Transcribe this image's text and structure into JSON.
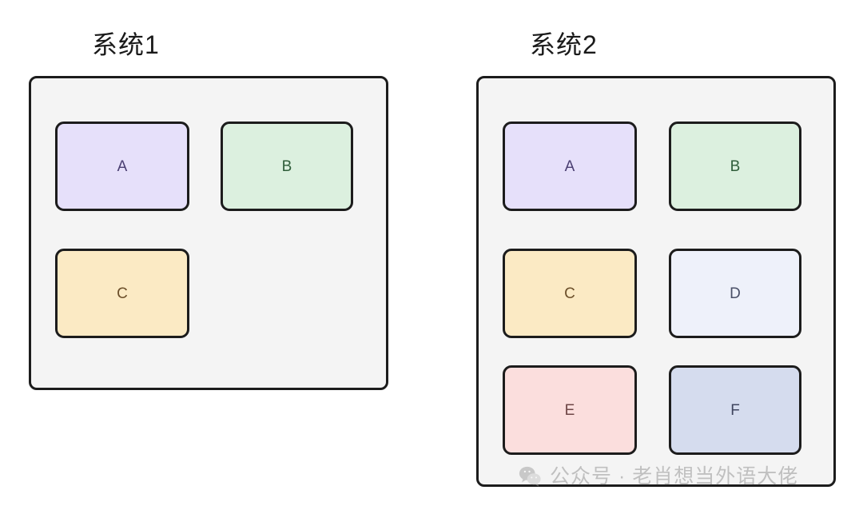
{
  "diagram": {
    "background_color": "#ffffff",
    "groups": [
      {
        "id": "system1",
        "title": "系统1",
        "container_fill": "#f4f4f4",
        "container_border": "#1c1c1c",
        "nodes": [
          {
            "label": "A",
            "fill": "#e6e0fa",
            "text_color": "#4b3f72"
          },
          {
            "label": "B",
            "fill": "#dcf0df",
            "text_color": "#2f5d3a"
          },
          {
            "label": "C",
            "fill": "#fbeac4",
            "text_color": "#6b4f2a"
          }
        ]
      },
      {
        "id": "system2",
        "title": "系统2",
        "container_fill": "#f4f4f4",
        "container_border": "#1c1c1c",
        "nodes": [
          {
            "label": "A",
            "fill": "#e6e0fa",
            "text_color": "#4b3f72"
          },
          {
            "label": "B",
            "fill": "#dcf0df",
            "text_color": "#2f5d3a"
          },
          {
            "label": "C",
            "fill": "#fbeac4",
            "text_color": "#6b4f2a"
          },
          {
            "label": "D",
            "fill": "#eef1fa",
            "text_color": "#4a5068"
          },
          {
            "label": "E",
            "fill": "#fbdedd",
            "text_color": "#6e4646"
          },
          {
            "label": "F",
            "fill": "#d5dcee",
            "text_color": "#3f455f"
          }
        ]
      }
    ]
  },
  "watermark": {
    "icon": "wechat-icon",
    "text": "公众号 · 老肖想当外语大佬",
    "color": "#7a7a7a"
  }
}
